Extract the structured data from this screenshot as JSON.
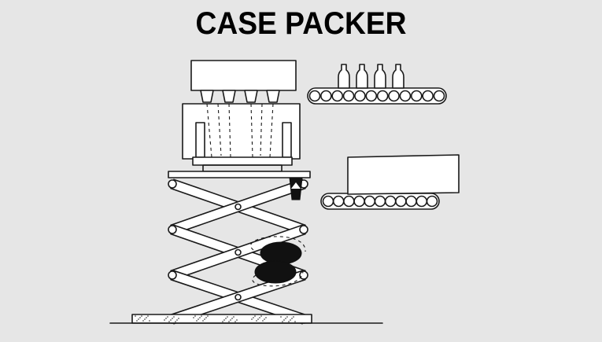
{
  "title": "CASE PACKER",
  "colors": {
    "background": "#e6e6e6",
    "ink": "#1a1a1a"
  },
  "upper_conveyor": {
    "rollers": 12,
    "bottles": 4
  },
  "lower_conveyor": {
    "rollers": 11
  },
  "scissor_lift": {
    "stages": 3
  }
}
